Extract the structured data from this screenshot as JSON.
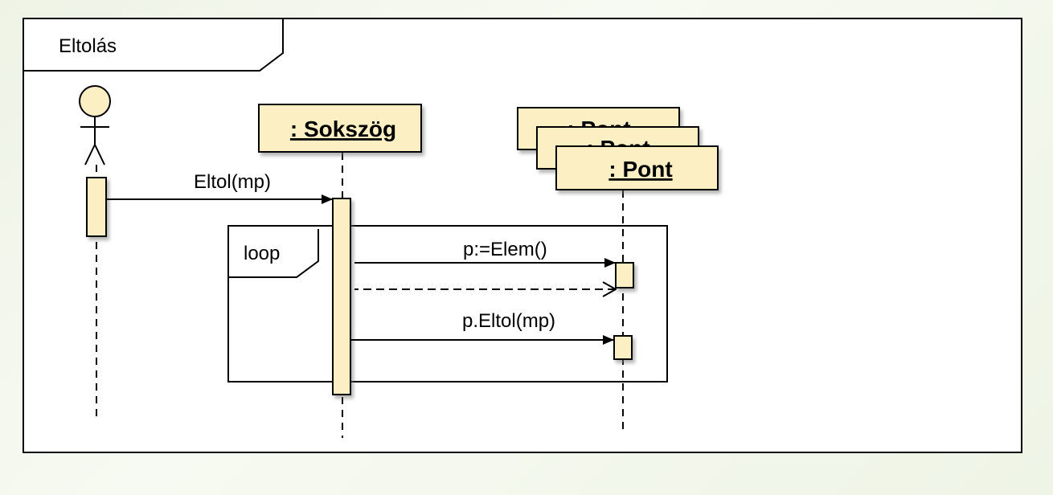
{
  "frame": {
    "title": "Eltolás"
  },
  "objects": {
    "sokszog": ": Sokszög",
    "pont_back2": ": Pont",
    "pont_back1": ": Pont",
    "pont_front": ": Pont"
  },
  "fragment": {
    "operator": "loop"
  },
  "messages": {
    "eltol": "Eltol(mp)",
    "elem": "p:=Elem()",
    "p_eltol": "p.Eltol(mp)"
  },
  "colors": {
    "box_fill": "#fdefc4",
    "stroke": "#000000",
    "shadow": "#9a9a9a"
  }
}
